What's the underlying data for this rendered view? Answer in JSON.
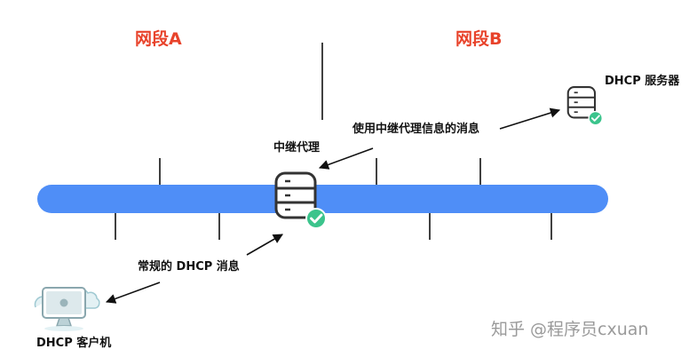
{
  "segments": {
    "a": "网段A",
    "b": "网段B"
  },
  "labels": {
    "relay": "中继代理",
    "server": "DHCP 服务器",
    "client": "DHCP 客户机",
    "relay_message": "使用中继代理信息的消息",
    "normal_message": "常规的 DHCP 消息"
  },
  "watermark": "知乎 @程序员cxuan",
  "icons": {
    "relay": "database-check-icon",
    "server": "database-check-icon",
    "client": "computer-cloud-icon"
  },
  "colors": {
    "bus": "#4f8ef7",
    "segment_text": "#e8432b",
    "check": "#3bc48c",
    "line": "#111111",
    "watermark": "#9a9a9a"
  }
}
